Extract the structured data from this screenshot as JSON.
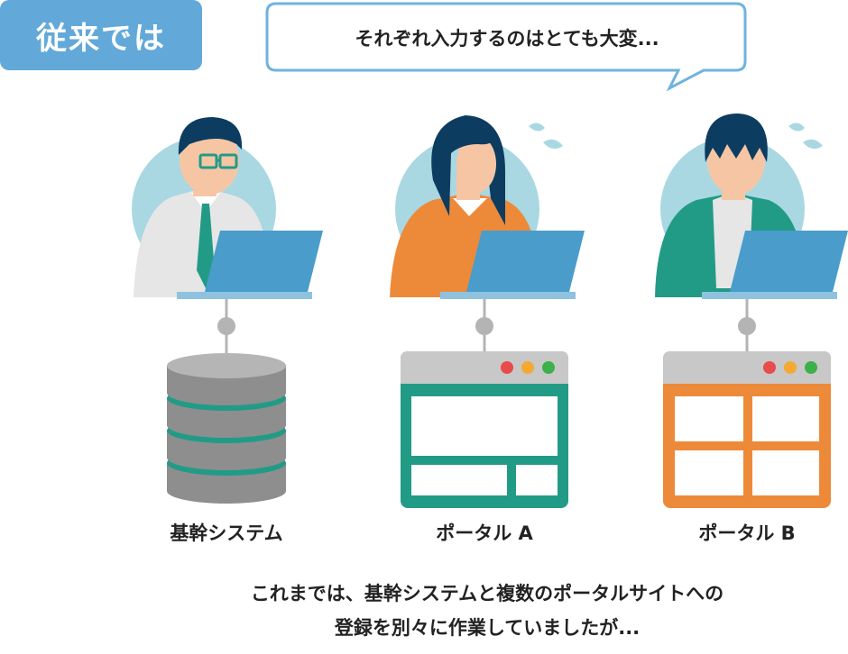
{
  "tag_label": "従来では",
  "speech": "それぞれ入力するのはとても大変...",
  "systems": [
    {
      "label": "基幹システム"
    },
    {
      "label": "ポータル A"
    },
    {
      "label": "ポータル B"
    }
  ],
  "caption": {
    "line1": "これまでは、基幹システムと複数のポータルサイトへの",
    "line2": "登録を別々に作業していましたが..."
  },
  "colors": {
    "tag": "#62a9d9",
    "bubble_border": "#6fb3df",
    "circle": "#a9d8e2",
    "laptop": "#4a9ccb",
    "teal": "#229b86",
    "orange": "#ed8a3a",
    "server_gray": "#9e9e9e",
    "hair": "#0d3c61",
    "skin": "#f6c6a4"
  }
}
